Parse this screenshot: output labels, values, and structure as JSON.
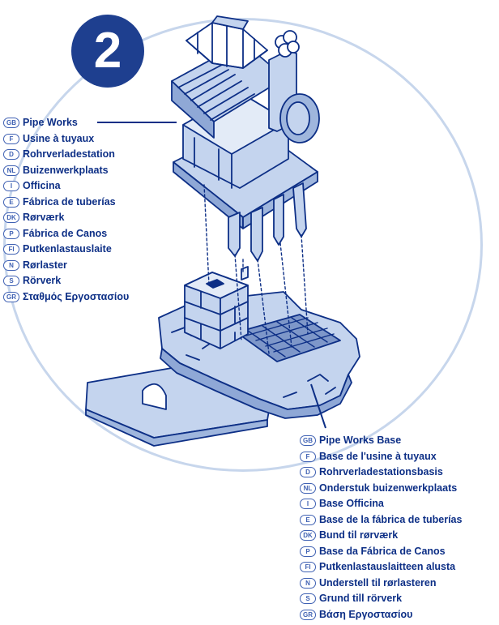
{
  "step": {
    "number": "2"
  },
  "colors": {
    "ink": "#0d2f86",
    "fill": "#c4d4ee",
    "circle": "#c7d6ec",
    "badge": "#1e3f8f"
  },
  "top_labels": [
    {
      "code": "GB",
      "text": "Pipe Works"
    },
    {
      "code": "F",
      "text": "Usine à tuyaux"
    },
    {
      "code": "D",
      "text": "Rohrverladestation"
    },
    {
      "code": "NL",
      "text": "Buizenwerkplaats"
    },
    {
      "code": "I",
      "text": "Officina"
    },
    {
      "code": "E",
      "text": "Fábrica de tuberías"
    },
    {
      "code": "DK",
      "text": "Rørværk"
    },
    {
      "code": "P",
      "text": "Fábrica de Canos"
    },
    {
      "code": "FI",
      "text": "Putkenlastauslaite"
    },
    {
      "code": "N",
      "text": "Rørlaster"
    },
    {
      "code": "S",
      "text": "Rörverk"
    },
    {
      "code": "GR",
      "text": "Σταθμός Εργοστασίου"
    }
  ],
  "bottom_labels": [
    {
      "code": "GB",
      "text": "Pipe Works Base"
    },
    {
      "code": "F",
      "text": "Base de l'usine à tuyaux"
    },
    {
      "code": "D",
      "text": "Rohrverladestationsbasis"
    },
    {
      "code": "NL",
      "text": "Onderstuk buizenwerkplaats"
    },
    {
      "code": "I",
      "text": "Base Officina"
    },
    {
      "code": "E",
      "text": "Base de la fábrica de tuberías"
    },
    {
      "code": "DK",
      "text": "Bund til rørværk"
    },
    {
      "code": "P",
      "text": "Base da Fábrica de Canos"
    },
    {
      "code": "FI",
      "text": "Putkenlastauslaitteen alusta"
    },
    {
      "code": "N",
      "text": "Understell til rørlasteren"
    },
    {
      "code": "S",
      "text": "Grund till rörverk"
    },
    {
      "code": "GR",
      "text": "Βάση Εργοστασίου"
    }
  ]
}
